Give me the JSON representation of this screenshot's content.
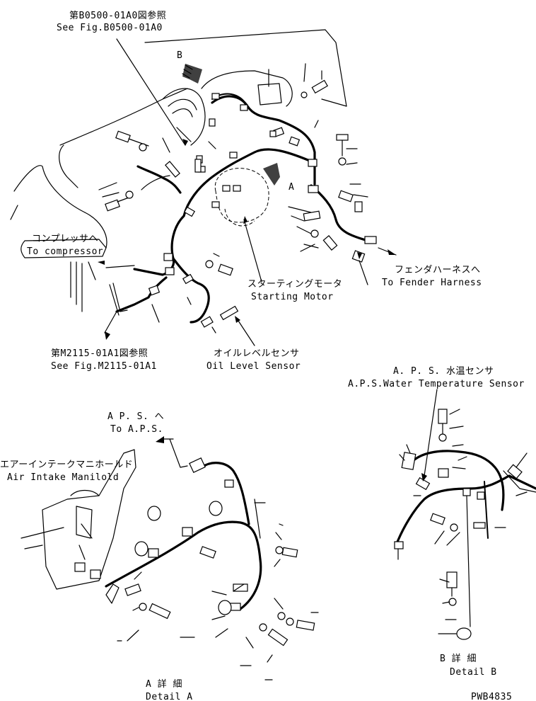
{
  "diagram": {
    "view_labels": {
      "b": "B",
      "a": "A"
    },
    "top_callouts": {
      "ref_b0500_jp": "第B0500-01A0図参照",
      "ref_b0500_en": "See Fig.B0500-01A0",
      "compressor_jp": "コンプレッサヘ",
      "compressor_en": "To compressor",
      "starting_motor_jp": "スターティングモータ",
      "starting_motor_en": "Starting Motor",
      "fender_jp": "フェンダハーネスへ",
      "fender_en": "To Fender Harness",
      "ref_m2115_jp": "第M2115-01A1図参照",
      "ref_m2115_en": "See Fig.M2115-01A1",
      "oil_level_jp": "オイルレベルセンサ",
      "oil_level_en": "Oil Level Sensor"
    },
    "detail_b_callouts": {
      "aps_water_jp": "A. P. S. 水温センサ",
      "aps_water_en": "A.P.S.Water Temperature Sensor",
      "title_jp": "B 詳 細",
      "title_en": "Detail B"
    },
    "detail_a_callouts": {
      "to_aps_jp": "A  P. S. へ",
      "to_aps_en": "To A.P.S.",
      "intake_jp": "エアーインテークマニホールド",
      "intake_en": "Air Intake Manilold",
      "title_jp": "A 詳 細",
      "title_en": "Detail A"
    },
    "drawing_code": "PWB4835"
  }
}
